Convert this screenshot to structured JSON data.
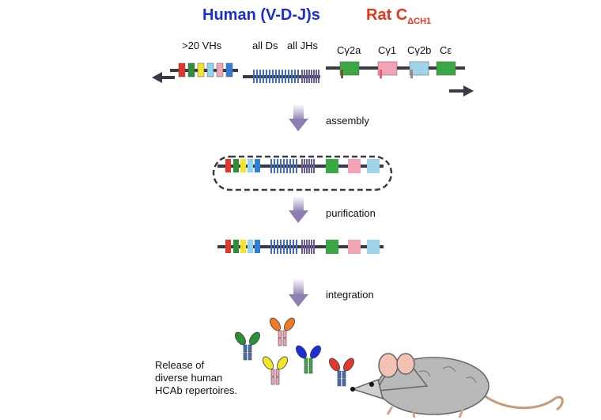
{
  "titles": {
    "human": "Human (V-D-J)s",
    "rat_main": "Rat C",
    "rat_sub": "ΔCH1"
  },
  "locus_labels": {
    "vh": ">20 VHs",
    "ds": "all Ds",
    "jhs": "all JHs",
    "cg2a": "Cγ2a",
    "cg1": "Cγ1",
    "cg2b": "Cγ2b",
    "ce": "Cε"
  },
  "steps": {
    "assembly": "assembly",
    "purification": "purification",
    "integration": "integration"
  },
  "caption": {
    "line1": "Release of",
    "line2": "diverse human",
    "line3": "HCAb repertoires."
  },
  "colors": {
    "human_title": "#1a2fd6",
    "rat_title": "#e8341c",
    "dna": "#3a3a46",
    "v_segments": [
      "#e0392b",
      "#2e8f3a",
      "#f3e62a",
      "#8fd3f0",
      "#f4a6b3",
      "#2f7fd6"
    ],
    "d_segment": "#3f6fb8",
    "j_segment": "#6a5c9a",
    "cg2a": "#3aa845",
    "cg1": "#f4a3b4",
    "cg2b": "#9fd4ea",
    "ce": "#3aa845",
    "arrow": "#9a8fb5"
  },
  "icons": [
    "left-arrow-icon",
    "right-arrow-icon",
    "down-arrow-icon",
    "antibody-icon",
    "mouse-icon"
  ]
}
